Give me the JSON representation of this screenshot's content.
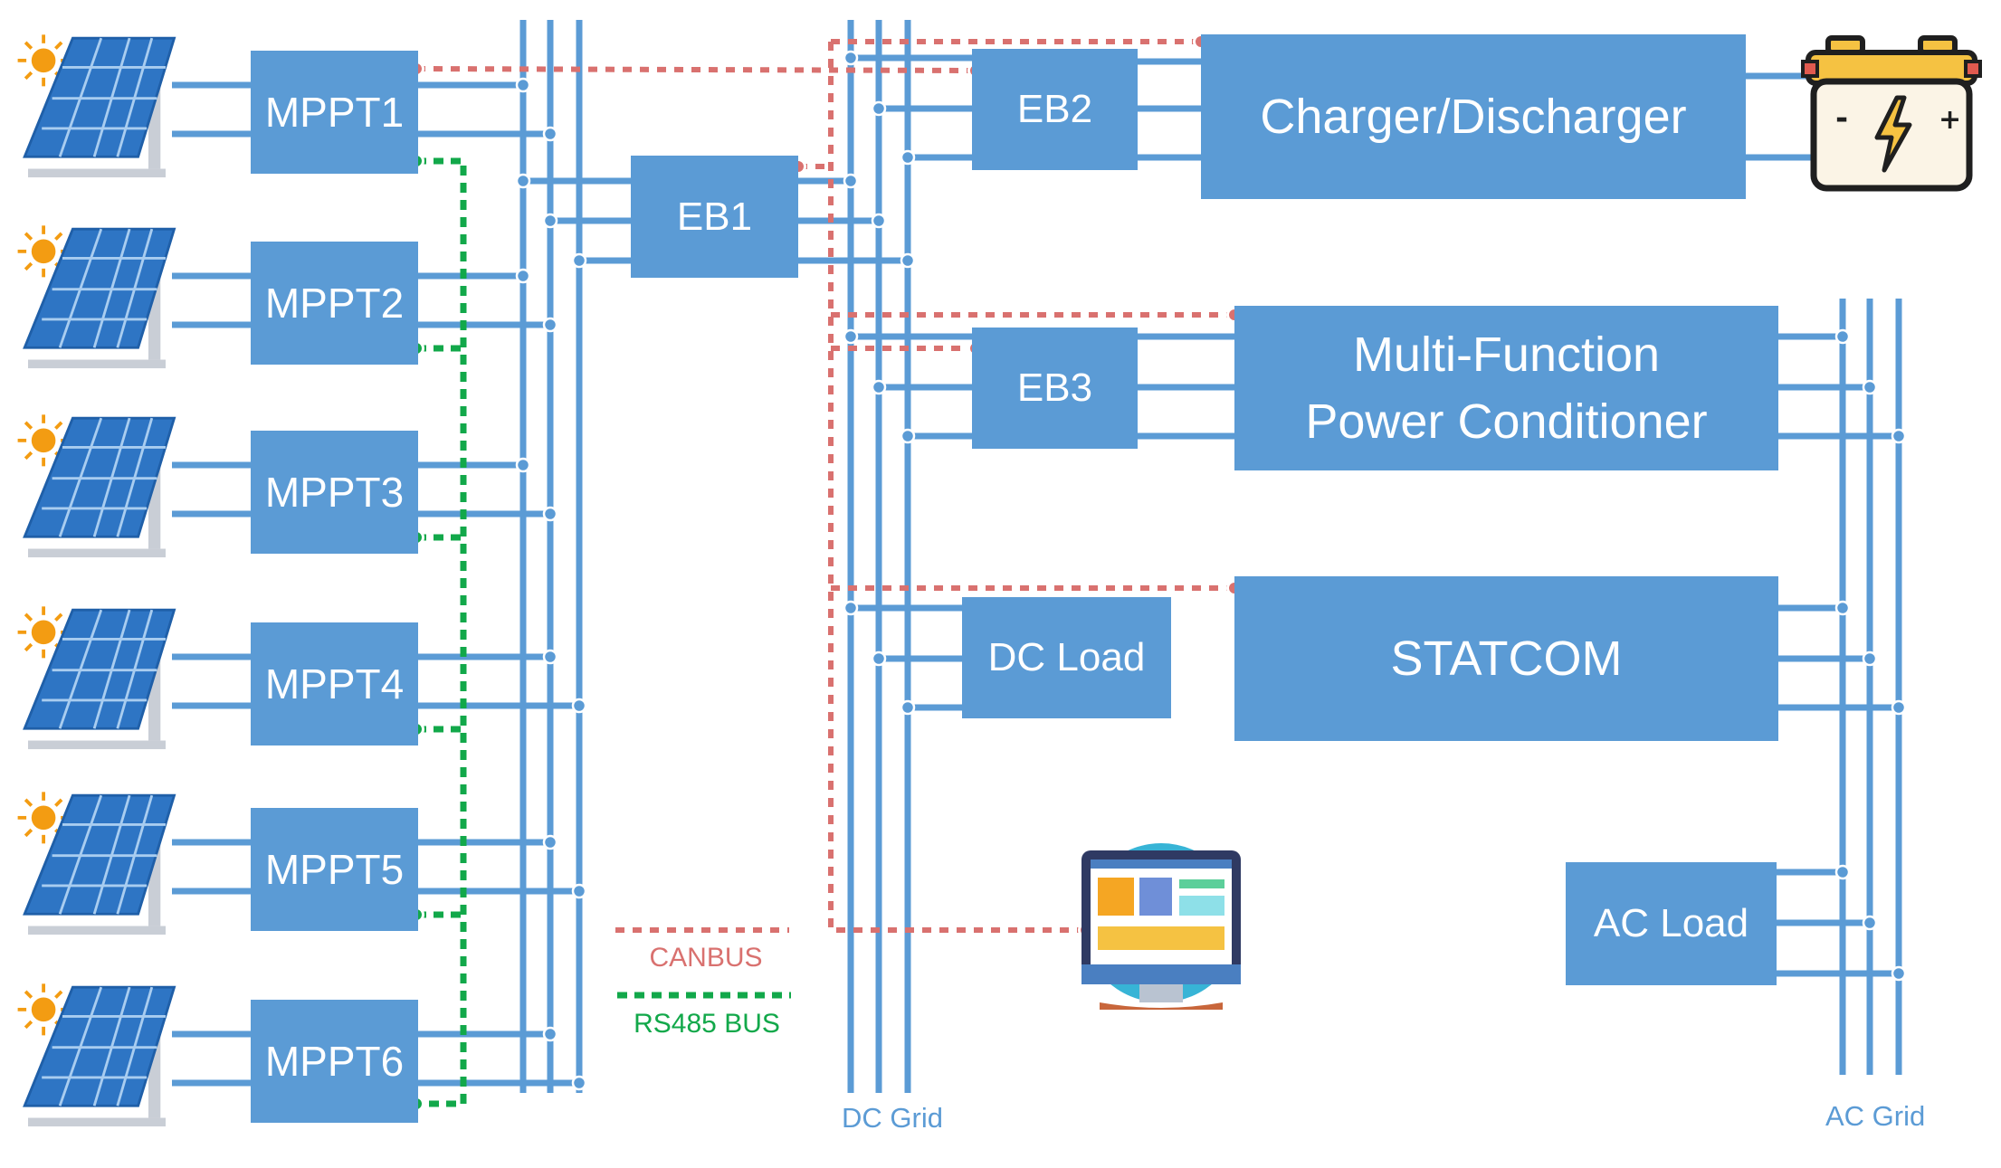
{
  "mppt_units": [
    "MPPT1",
    "MPPT2",
    "MPPT3",
    "MPPT4",
    "MPPT5",
    "MPPT6"
  ],
  "energy_boxes": {
    "eb1": "EB1",
    "eb2": "EB2",
    "eb3": "EB3"
  },
  "devices": {
    "charger": "Charger/Discharger",
    "mfpc_line1": "Multi-Function",
    "mfpc_line2": "Power Conditioner",
    "statcom": "STATCOM",
    "dc_load": "DC Load",
    "ac_load": "AC Load"
  },
  "legend": {
    "canbus": "CANBUS",
    "rs485": "RS485 BUS"
  },
  "grids": {
    "dc": "DC Grid",
    "ac": "AC Grid"
  },
  "colors": {
    "box": "#5b9bd5",
    "wire": "#5b9bd5",
    "canbus": "#d9716f",
    "rs485": "#12a84a",
    "box_text": "#ffffff"
  },
  "icons": {
    "panel": "solar-panel-icon",
    "battery": "battery-icon",
    "monitor": "monitor-icon"
  }
}
